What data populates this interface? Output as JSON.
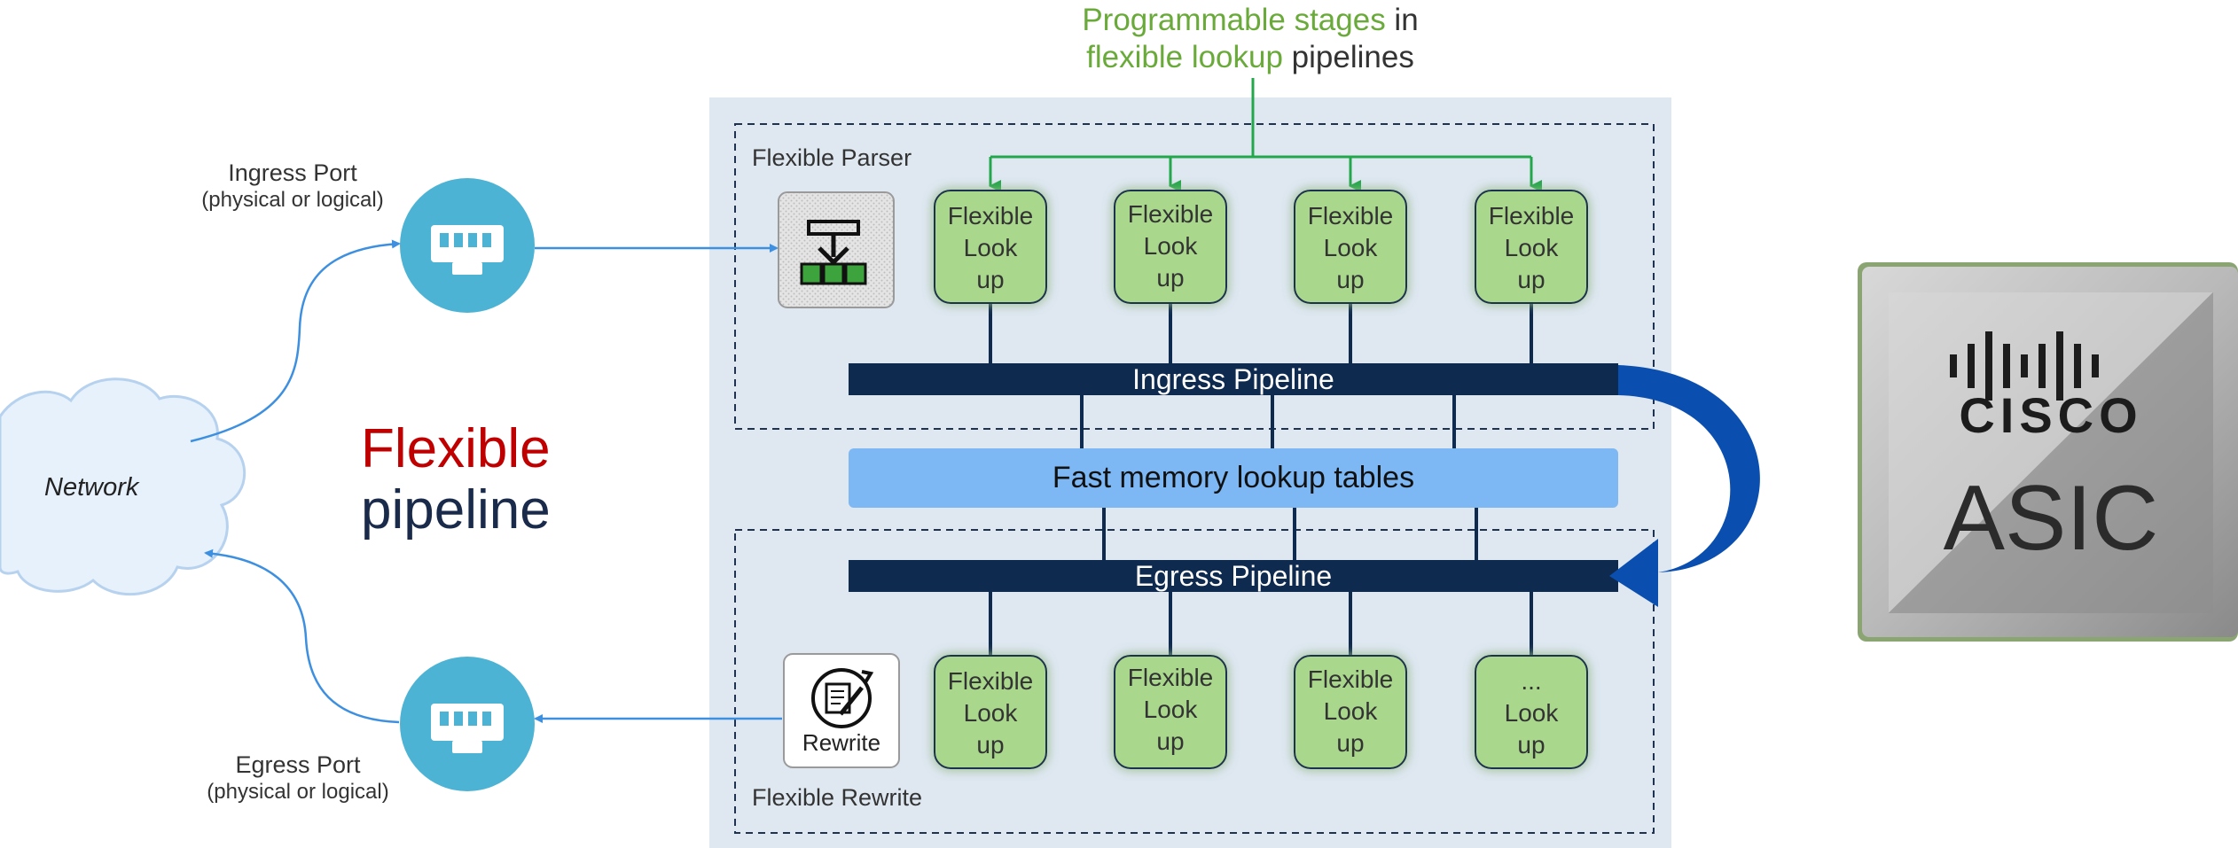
{
  "header": {
    "line1_green": "Programmable stages",
    "line1_rest": " in",
    "line2_green": "flexible lookup",
    "line2_rest": " pipelines"
  },
  "ingress_port": {
    "label": "Ingress Port",
    "sub": "(physical or logical)"
  },
  "egress_port": {
    "label": "Egress Port",
    "sub": "(physical or logical)"
  },
  "network": {
    "label": "Network"
  },
  "title": {
    "line1": "Flexible",
    "line2": "pipeline"
  },
  "parser": {
    "label": "Flexible Parser"
  },
  "rewrite": {
    "label": "Flexible Rewrite",
    "icon_label": "Rewrite"
  },
  "ingress_lookups": [
    {
      "l1": "Flexible",
      "l2": "Look",
      "l3": "up"
    },
    {
      "l1": "Flexible",
      "l2": "Look",
      "l3": "up"
    },
    {
      "l1": "Flexible",
      "l2": "Look",
      "l3": "up"
    },
    {
      "l1": "Flexible",
      "l2": "Look",
      "l3": "up"
    }
  ],
  "egress_lookups": [
    {
      "l1": "Flexible",
      "l2": "Look",
      "l3": "up"
    },
    {
      "l1": "Flexible",
      "l2": "Look",
      "l3": "up"
    },
    {
      "l1": "Flexible",
      "l2": "Look",
      "l3": "up"
    },
    {
      "l1": "...",
      "l2": "Look",
      "l3": "up"
    }
  ],
  "ingress_pipeline": {
    "label": "Ingress Pipeline"
  },
  "egress_pipeline": {
    "label": "Egress Pipeline"
  },
  "memory": {
    "label": "Fast memory lookup tables"
  },
  "chip": {
    "brand": "CISCO",
    "label": "ASIC"
  },
  "colors": {
    "green_text": "#6aaa3a",
    "green_arrow": "#22a84a",
    "lookup_fill": "#a9d88c",
    "pipeline_bar": "#0f2a4f",
    "memory_fill": "#7db8f5",
    "panel_bg": "#dfe8f1",
    "port_fill": "#4cb3d4",
    "curve_blue": "#0a4fb0",
    "red": "#c00000",
    "navy": "#1a2a4a"
  }
}
